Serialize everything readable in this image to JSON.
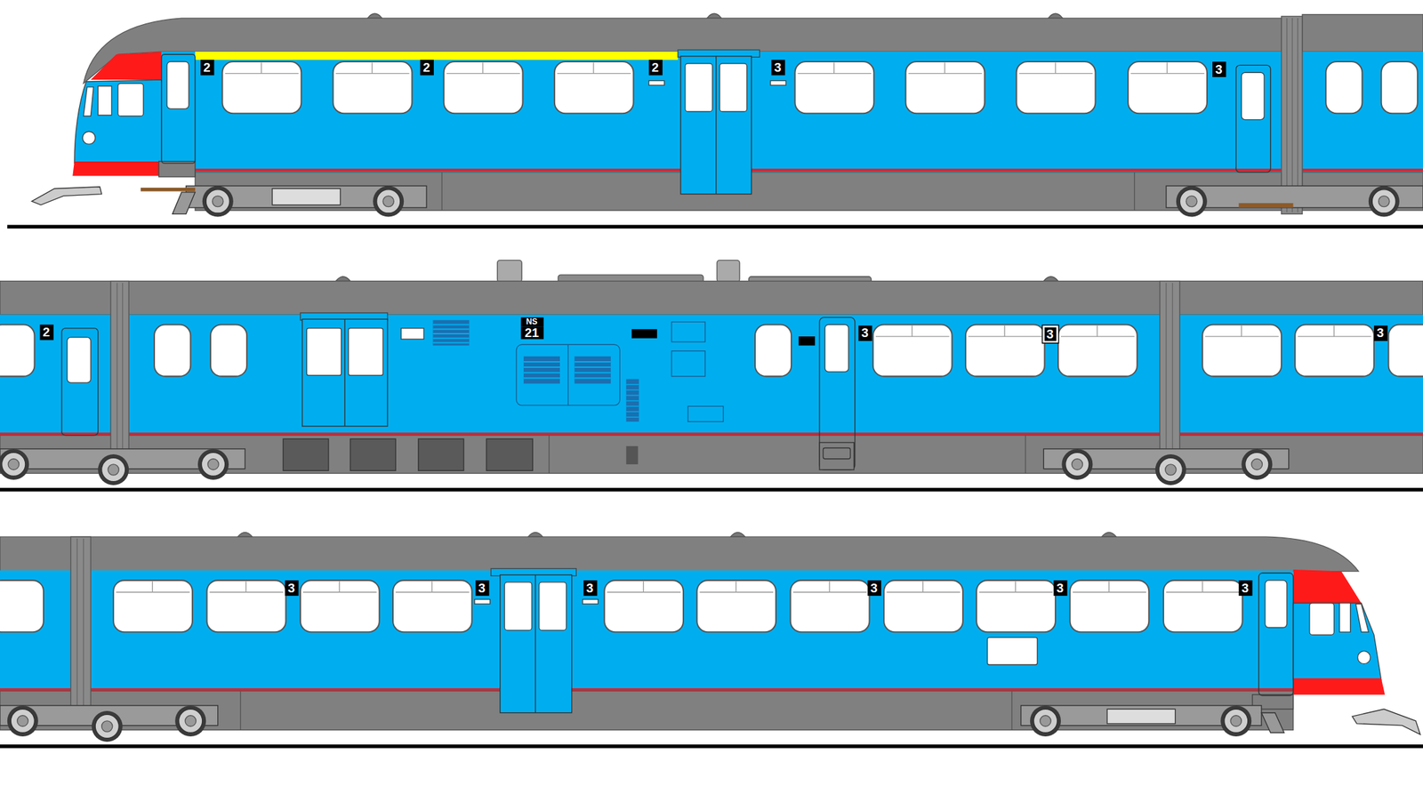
{
  "diagram": {
    "labels": [
      "2",
      "2",
      "2",
      "3",
      "3",
      "2",
      "NS",
      "21",
      "3",
      "3",
      "3",
      "3",
      "3",
      "3",
      "3",
      "3",
      "3"
    ]
  }
}
